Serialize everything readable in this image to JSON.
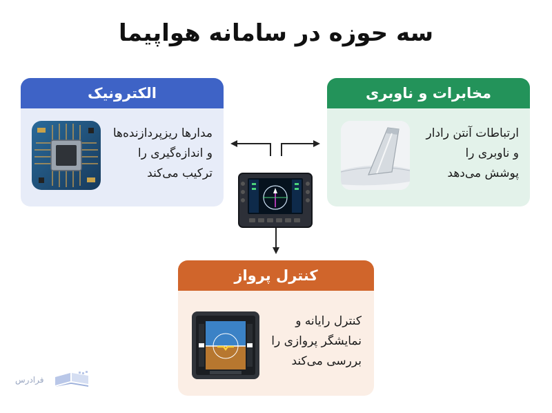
{
  "title": "سه حوزه در سامانه هواپیما",
  "cards": {
    "electronics": {
      "title": "الکترونیک",
      "lines": [
        "مدارها ریزپردازنده‌ها",
        "و اندازه‌گیری را",
        "ترکیب می‌کند"
      ],
      "header_color": "#3e63c6",
      "background": "#e7ecf8",
      "icon": "microchip-icon"
    },
    "communication": {
      "title": "مخابرات و ناوبری",
      "lines": [
        "ارتباطات آنتن رادار",
        "و ناوبری را",
        "پوشش می‌دهد"
      ],
      "header_color": "#23935a",
      "background": "#e3f2ea",
      "icon": "aircraft-tail-icon"
    },
    "flight_control": {
      "title": "کنترل پرواز",
      "lines": [
        "کنترل رایانه و",
        "نمایشگر پروازی را",
        "بررسی می‌کند"
      ],
      "header_color": "#d0652b",
      "background": "#fbeee5",
      "icon": "attitude-indicator-icon"
    }
  },
  "center_icon": "avionics-display-icon",
  "logo": {
    "text": "فرادرس",
    "icon": "book-icon"
  }
}
